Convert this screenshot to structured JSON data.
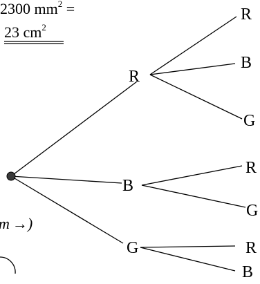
{
  "area_note": {
    "line1_prefix": "2300 mm",
    "line1_sup": "2",
    "line1_suffix": " =",
    "line2_prefix": "23 cm",
    "line2_sup": "2"
  },
  "tree": {
    "level1": [
      {
        "label": "R",
        "children": [
          "R",
          "B",
          "G"
        ]
      },
      {
        "label": "B",
        "children": [
          "R",
          "G"
        ]
      },
      {
        "label": "G",
        "children": [
          "R",
          "B"
        ]
      }
    ]
  },
  "margin_note": {
    "letter": "m",
    "arrow": "→",
    "paren": ")"
  },
  "colors": {
    "ink": "#000000",
    "root_fill": "#3a3a3a"
  }
}
